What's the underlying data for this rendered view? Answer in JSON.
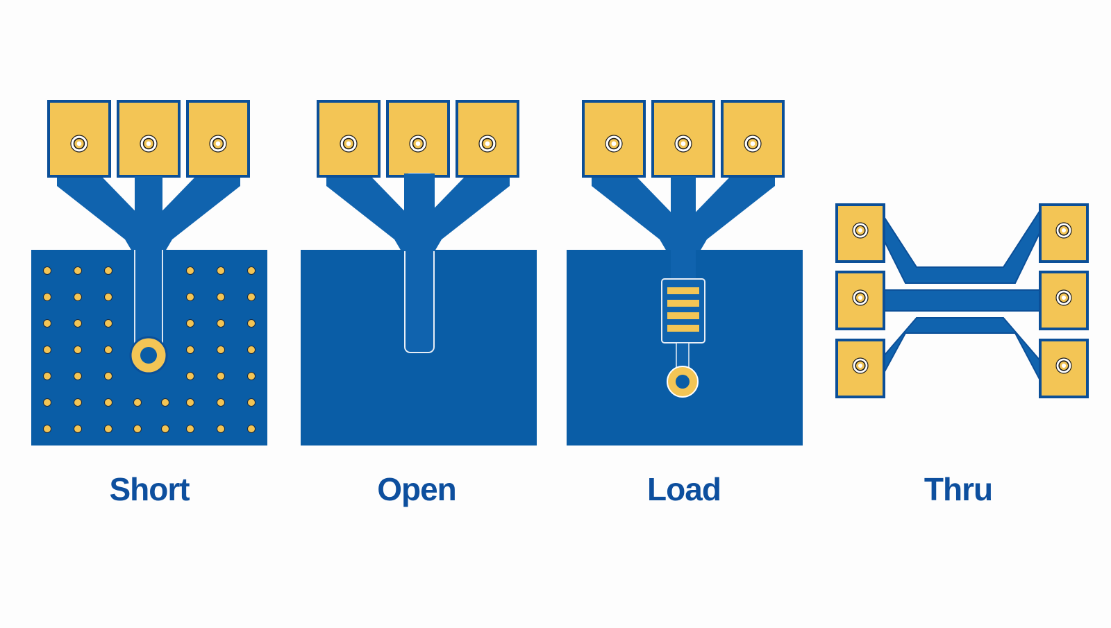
{
  "colors": {
    "background": "#fdfdfd",
    "board_blue": "#0a5da6",
    "trace_blue": "#1063ae",
    "outline_blue": "#0b4f98",
    "gold": "#f3c555",
    "label_blue": "#0d4f9e"
  },
  "standards": [
    {
      "id": "short",
      "label": "Short"
    },
    {
      "id": "open",
      "label": "Open"
    },
    {
      "id": "load",
      "label": "Load"
    },
    {
      "id": "thru",
      "label": "Thru"
    }
  ]
}
